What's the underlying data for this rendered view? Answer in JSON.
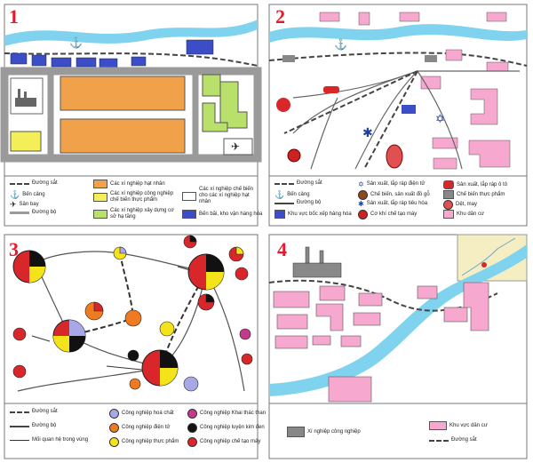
{
  "panels": [
    {
      "number": "1"
    },
    {
      "number": "2"
    },
    {
      "number": "3"
    },
    {
      "number": "4"
    }
  ],
  "legend1": {
    "rail": "Đường sắt",
    "port": "Bến cảng",
    "airport": "Sân bay",
    "road": "Đường bộ",
    "light_industry": "Các xí nghiệp hạt nhân",
    "food_industry": "Các xí nghiệp công nghiệp chế biến thực phẩm",
    "building_industry": "Các xí nghiệp xây dựng cơ sở hạ tầng",
    "processing": "Các xí nghiệp chế biến cho các xí nghiệp hạt nhân",
    "warehouse": "Bến bãi, kho vận hàng hóa"
  },
  "legend2": {
    "rail": "Đường sắt",
    "port": "Bến cảng",
    "road": "Đường bộ",
    "warehouse": "Khu vực bốc xếp hàng hóa",
    "chemicals": "Sản xuất, lắp ráp điện tử",
    "wood": "Chế biến, sản xuất đồ gỗ",
    "consumer": "Sản xuất, lắp ráp tiêu hóa",
    "machinery": "Cơ khí chế tạo máy",
    "car": "Sản xuất, lắp ráp ô tô",
    "food": "Chế biến thực phẩm",
    "textile": "Dệt, may",
    "residential": "Khu dân cư"
  },
  "legend3": {
    "rail": "Đường sắt",
    "road": "Đường bộ",
    "link": "Mối quan hệ trong vùng",
    "chemical": "Công nghiệp hoá chất",
    "electronics": "Công nghiệp điện tử",
    "food": "Công nghiệp thực phẩm",
    "mining": "Công nghiệp Khai thác than",
    "metallurgy": "Công nghiệp luyện kim đen",
    "machinery": "Công nghiệp chế tạo máy"
  },
  "legend4": {
    "factory": "Xí nghiệp công nghiệp",
    "residential": "Khu vực dân cư",
    "road": "Đường sắt"
  },
  "colors": {
    "number": "#e8192c",
    "river": "#7fd3ee",
    "orange_zone": "#f0a14a",
    "yellow_zone": "#f4ee58",
    "green_zone": "#b8e06a",
    "pink": "#f7a8cf",
    "blue_block": "#3b4ec8",
    "road_gray": "#9a9a9a",
    "chemical": "#a8a8e6",
    "electronics": "#f07a20",
    "food": "#f4e21a",
    "mining": "#c23a8e",
    "metallurgy": "#111111",
    "machinery": "#d8262a"
  }
}
